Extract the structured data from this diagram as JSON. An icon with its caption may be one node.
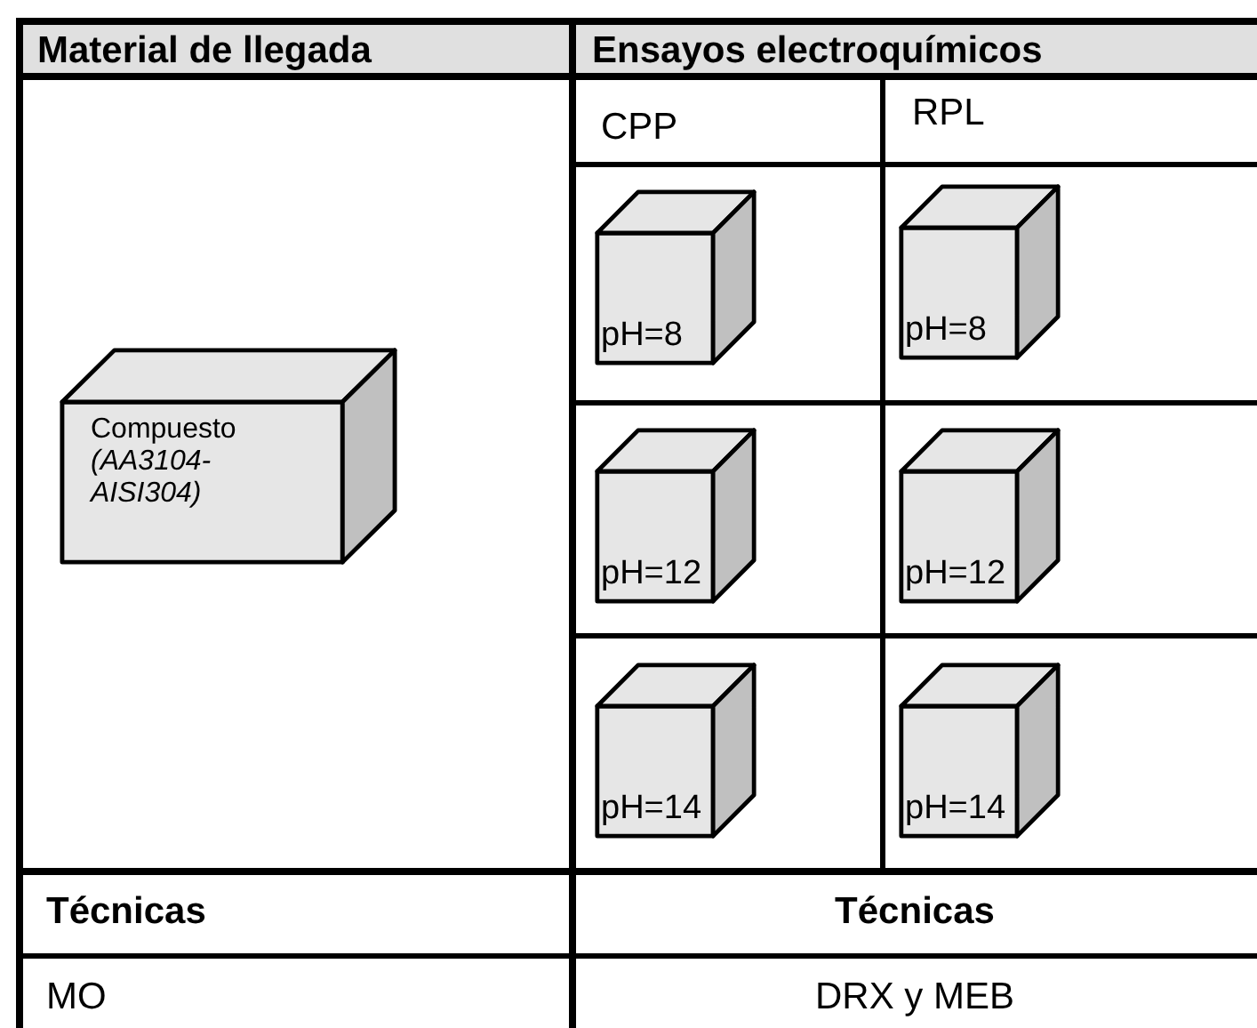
{
  "diagram": {
    "nodes": [
      {
        "text": [
          "Compuesto",
          "(AA3104- AISI304)"
        ]
      },
      {
        "text": [
          "pH=8"
        ]
      },
      {
        "text": [
          "pH=8"
        ]
      },
      {
        "text": [
          "pH=12"
        ]
      },
      {
        "text": [
          "pH=12"
        ]
      },
      {
        "text": [
          "pH=14"
        ]
      },
      {
        "text": [
          "pH=14"
        ]
      }
    ],
    "labels": [
      "Material de llegada",
      "Ensayos electroquímicos",
      "CPP",
      "RPL",
      "Técnicas",
      "Técnicas",
      "MO",
      "DRX y MEB"
    ]
  }
}
